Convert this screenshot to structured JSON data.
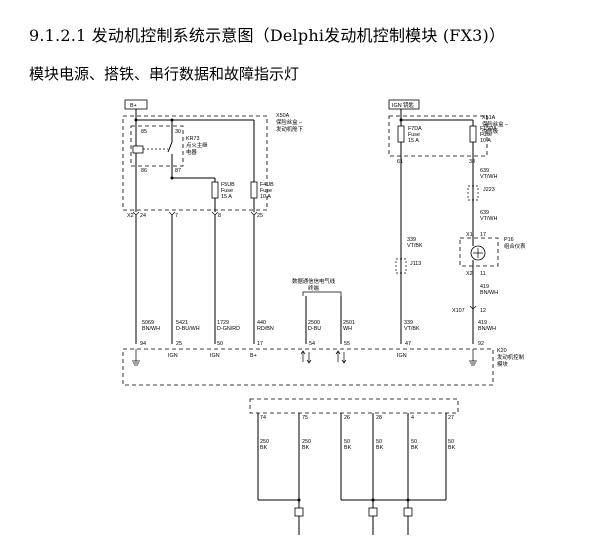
{
  "title": "9.1.2.1 发动机控制系统示意图（Delphi发动机控制模块 (FX3)）",
  "subtitle": "模块电源、搭铁、串行数据和故障指示灯",
  "power": {
    "bplus": "B+",
    "ign": "IGN 钥匙"
  },
  "fusebox_left": {
    "id": "X50A",
    "line1": "保险丝盒 –",
    "line2": "发动机舱下"
  },
  "fusebox_right": {
    "id": "X51A",
    "line1": "保险丝盒 –",
    "line2": "仪表板"
  },
  "relay": {
    "id": "KR73",
    "line1": "点火主继",
    "line2": "电器",
    "p85": "85",
    "p30": "30",
    "p86": "86",
    "p87": "87"
  },
  "fuses": {
    "f5ub": {
      "name": "F5UB",
      "word": "Fuse",
      "amp": "15 A"
    },
    "f4ub": {
      "name": "F4UB",
      "word": "Fuse",
      "amp": "10 A"
    },
    "f7da": {
      "name": "F7DA",
      "word": "Fuse",
      "amp": "15 A"
    },
    "f15da": {
      "name": "F15DA",
      "word": "Fuse",
      "amp": "10 A"
    }
  },
  "x2_label": "X2",
  "x2_pins": [
    "24",
    "7",
    "8",
    "25"
  ],
  "pin61": "61",
  "pin38": "38",
  "wire_639_top": {
    "num": "639",
    "color": "VT/WH"
  },
  "j223": "J223",
  "wire_639_mid": {
    "num": "639",
    "color": "VT/WH"
  },
  "cluster": {
    "x1": "X1",
    "pin17": "17",
    "x2": "X2",
    "pin11": "11",
    "id": "P16",
    "line1": "组合仪表"
  },
  "j113": "J113",
  "wire_339": {
    "num": "339",
    "color": "VT/BK"
  },
  "wire_419_a": {
    "num": "419",
    "color": "BN/WH"
  },
  "x107": "X107",
  "pin12": "12",
  "serial_label": {
    "line1": "数据通信信电气线",
    "line2": "终端"
  },
  "ecm_wires": [
    {
      "num": "5069",
      "color": "BN/WH"
    },
    {
      "num": "5421",
      "color": "D-BU/WH"
    },
    {
      "num": "1729",
      "color": "D-GN/RD"
    },
    {
      "num": "440",
      "color": "RD/BN"
    },
    {
      "num": "2500",
      "color": "D-BU"
    },
    {
      "num": "2501",
      "color": "WH"
    },
    {
      "num": "339",
      "color": "VT/BK"
    },
    {
      "num": "419",
      "color": "BN/WH"
    }
  ],
  "ecm_pins": [
    "94",
    "25",
    "50",
    "17",
    "54",
    "55",
    "47",
    "92"
  ],
  "ecm_signals": [
    "IGN",
    "IGN",
    "B+",
    "IGN"
  ],
  "ecm": {
    "id": "K20",
    "line1": "发动机控制",
    "line2": "模块"
  },
  "ground_pins": [
    "74",
    "75",
    "26",
    "28",
    "4",
    "27"
  ],
  "ground_wires": [
    {
      "num": "250",
      "color": "BK"
    },
    {
      "num": "250",
      "color": "BK"
    },
    {
      "num": "50",
      "color": "BK"
    },
    {
      "num": "50",
      "color": "BK"
    },
    {
      "num": "50",
      "color": "BK"
    },
    {
      "num": "50",
      "color": "BK"
    }
  ]
}
